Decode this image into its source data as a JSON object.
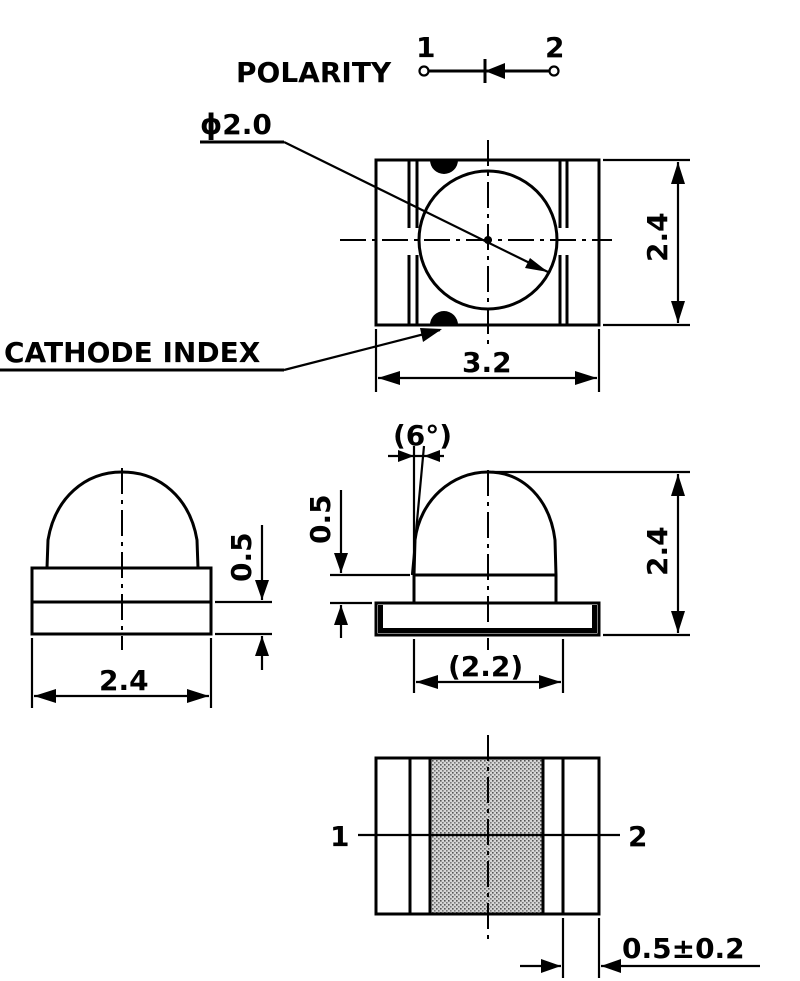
{
  "labels": {
    "polarity": "POLARITY",
    "pin1": "1",
    "pin2": "2",
    "lens_diameter": "ϕ2.0",
    "height_top": "2.4",
    "cathode_index": "CATHODE INDEX",
    "width_top": "3.2",
    "angle": "(6°)",
    "base_height_side": "0.5",
    "side_width": "2.4",
    "base_height_front": "0.5",
    "total_height": "2.4",
    "lens_width": "(2.2)",
    "bottom_pin1": "1",
    "bottom_pin2": "2",
    "terminal_width": "0.5±0.2"
  },
  "colors": {
    "line": "#000000",
    "background": "#ffffff",
    "pad_fill": "#bdbdbd"
  }
}
